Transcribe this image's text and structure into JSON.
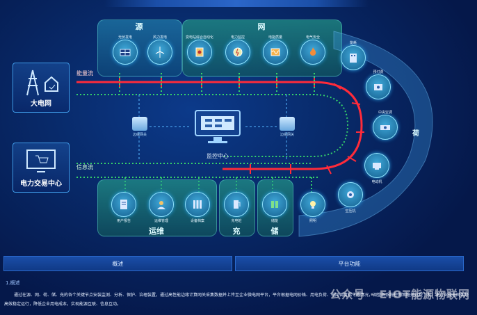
{
  "sections": {
    "source": "源",
    "grid": "网",
    "load": "荷",
    "ops": "运维",
    "charge": "充",
    "storage": "储"
  },
  "source_nodes": [
    "光伏发电",
    "风力发电"
  ],
  "grid_nodes": [
    "变电站综合自动化",
    "电力监控",
    "电能质量",
    "电气安全"
  ],
  "load_nodes": [
    "能耗",
    "预付费",
    "中央空调",
    "电动机",
    "空压机"
  ],
  "bottom_nodes": {
    "ops": [
      "用户报告",
      "运维管理",
      "设备档案"
    ],
    "charge": "充电桩",
    "storage": "储能",
    "lighting": "照明"
  },
  "left_boxes": {
    "grid": "大电网",
    "trading": "电力交易中心"
  },
  "flows": {
    "energy": "能量流",
    "info": "信息流"
  },
  "center": {
    "label": "监控中心",
    "gateway_left": "边缘网关",
    "gateway_right": "边缘网关"
  },
  "tabs": [
    "概述",
    "平台功能"
  ],
  "description": {
    "heading": "1.概述",
    "text": "通过在源、网、荷、储、充的各个关键节点安装监测、分析、保护、治理装置，通过高性能边缘计算网关采集数据并上传至企业微电网平台，平台根据电网价格、用电负荷、电网调度指令等情况，调整各系统控制策略并远程下发，使企业微电网始终高效稳定运行，降低企业用电成本，实现能源互联、信息互动。"
  },
  "watermark": "公众号 · EIOT能源物联网",
  "colors": {
    "energy_line": "#ff2b3a",
    "info_line": "#36d36a",
    "background": "#061a4a"
  }
}
